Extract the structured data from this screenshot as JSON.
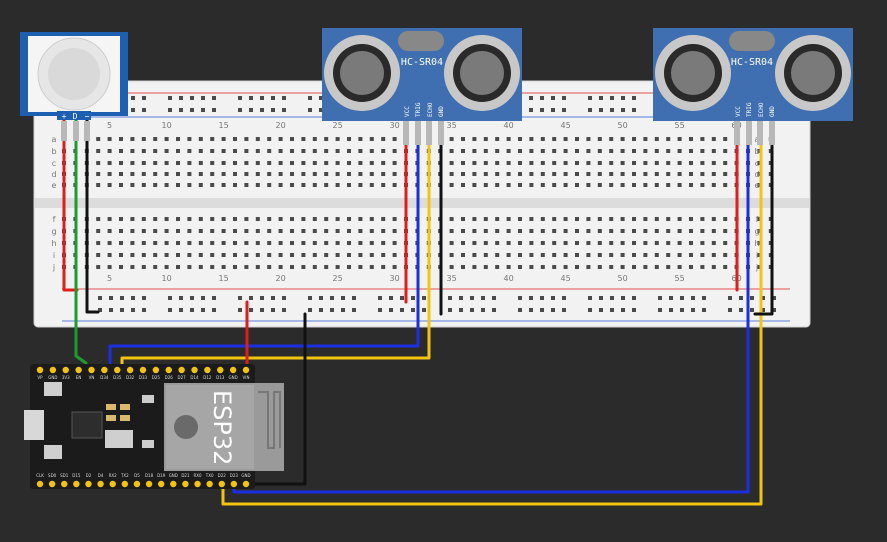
{
  "canvas": {
    "background": "#2b2b2b"
  },
  "colors": {
    "breadboard": "#f2f2f2",
    "rail_red": "#e05050",
    "rail_blue": "#5a7fd8",
    "hcsr04_board": "#3f6fb0",
    "esp32_board": "#1b1b1b",
    "wire_red": "#e01d1d",
    "wire_black": "#111111",
    "wire_blue": "#1b2fe0",
    "wire_yellow": "#f2c40f",
    "wire_green": "#1e9a2e"
  },
  "breadboard": {
    "column_numbers": [
      "5",
      "10",
      "15",
      "20",
      "25",
      "30",
      "35",
      "40",
      "45",
      "50",
      "55",
      "60"
    ],
    "rows_top": [
      "a",
      "b",
      "c",
      "d",
      "e"
    ],
    "rows_bottom": [
      "f",
      "g",
      "h",
      "i",
      "j"
    ]
  },
  "pir_sensor": {
    "pins": [
      "+",
      "D",
      "−"
    ]
  },
  "ultrasonic_left": {
    "label": "HC-SR04",
    "pins": [
      "VCC",
      "TRIG",
      "ECHO",
      "GND"
    ]
  },
  "ultrasonic_right": {
    "label": "HC-SR04",
    "pins": [
      "VCC",
      "TRIG",
      "ECHO",
      "GND"
    ]
  },
  "esp32": {
    "label": "ESP32",
    "top_pins": [
      "VP",
      "GND",
      "3V3",
      "EN",
      "VN",
      "D34",
      "D35",
      "D32",
      "D33",
      "D25",
      "D26",
      "D27",
      "D14",
      "D12",
      "D13",
      "GND",
      "VIN"
    ],
    "bottom_pins": [
      "CLK",
      "SD0",
      "SD1",
      "D15",
      "D2",
      "D4",
      "RX2",
      "TX2",
      "D5",
      "D18",
      "D19",
      "GND",
      "D21",
      "RX0",
      "TX0",
      "D22",
      "D23",
      "GND"
    ]
  }
}
